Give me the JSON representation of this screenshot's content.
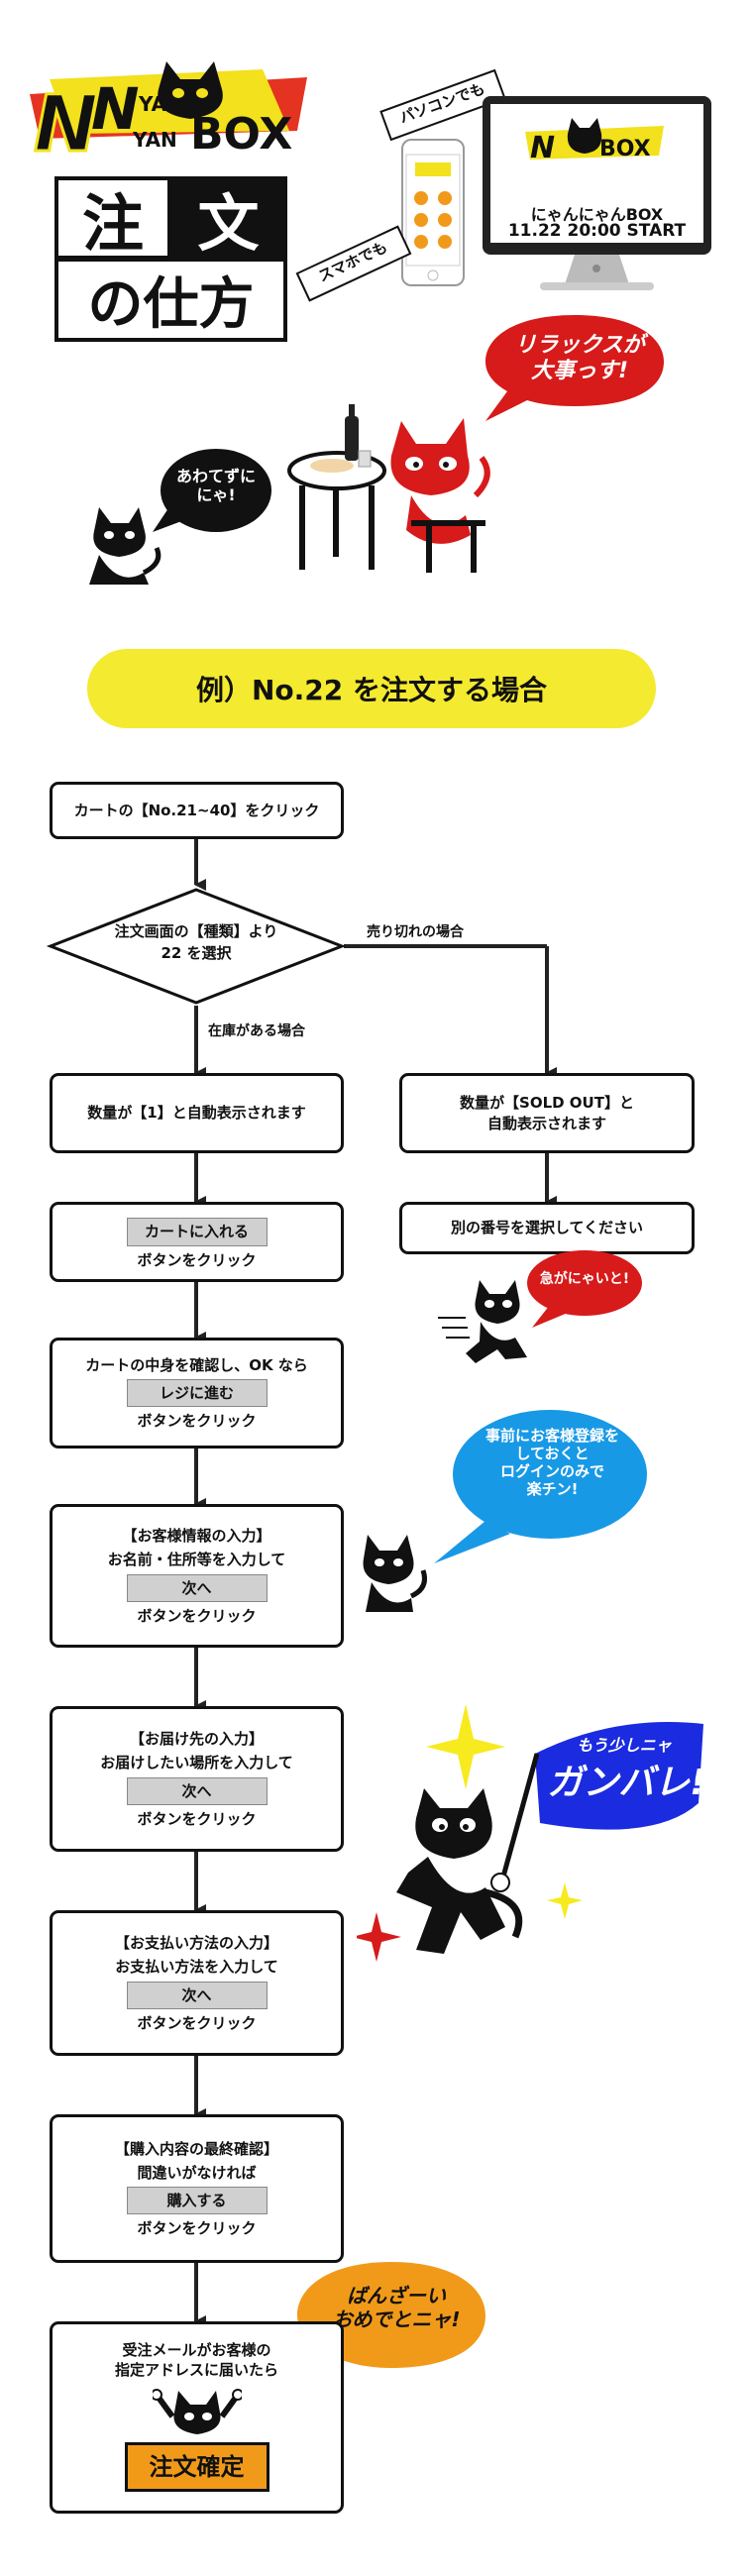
{
  "header": {
    "logo_big_n": "N",
    "logo_yan_top": "YAN",
    "logo_yan_bottom": "YAN",
    "logo_box": "BOX",
    "logo_small_n": "N",
    "title_char1": "注",
    "title_char2": "文",
    "title_line2": "の仕方"
  },
  "promo": {
    "pc_label": "パソコンでも",
    "phone_label": "スマホでも",
    "monitor_title": "にゃんにゃんBOX",
    "monitor_date": "11.22 20:00 START",
    "relax_bubble": "リラックスが\n大事っす!",
    "hurry_bubble": "あわてずに\nにゃ!"
  },
  "banner": {
    "label": "例）No.22 を注文する場合"
  },
  "flow": {
    "step1": "カートの【No.21~40】をクリック",
    "decision_line1": "注文画面の【種類】より",
    "decision_line2": "22 を選択",
    "soldout_label": "売り切れの場合",
    "instock_label": "在庫がある場合",
    "step_qty": "数量が【1】と自動表示されます",
    "soldout_line1": "数量が【SOLD OUT】と",
    "soldout_line2": "自動表示されます",
    "soldout_next": "別の番号を選択してください",
    "hurry_bubble": "急がにゃいと!",
    "cart_btn": "カートに入れる",
    "click_suffix": "ボタンをクリック",
    "check_line": "カートの中身を確認し、OK なら",
    "checkout_btn": "レジに進む",
    "customer_header": "【お客様情報の入力】",
    "customer_line": "お名前・住所等を入力して",
    "next_btn": "次へ",
    "register_bubble": "事前にお客様登録を\nしておくと\nログインのみで\n楽チン!",
    "delivery_header": "【お届け先の入力】",
    "delivery_line": "お届けしたい場所を入力して",
    "flag_small": "もう少しニャ",
    "flag_big": "ガンバレ!",
    "payment_header": "【お支払い方法の入力】",
    "payment_line": "お支払い方法を入力して",
    "confirm_header": "【購入内容の最終確認】",
    "confirm_line": "間違いがなければ",
    "purchase_btn": "購入する",
    "banzai_bubble": "ばんざーい\nおめでとニャ!",
    "final_line1": "受注メールがお客様の",
    "final_line2": "指定アドレスに届いたら",
    "final_btn": "注文確定"
  },
  "colors": {
    "accent_yellow": "#f4ea2f",
    "bubble_red": "#d71a1a",
    "bubble_blue": "#1899e6",
    "flag_blue": "#1a2be0",
    "orange": "#f19a1a"
  }
}
